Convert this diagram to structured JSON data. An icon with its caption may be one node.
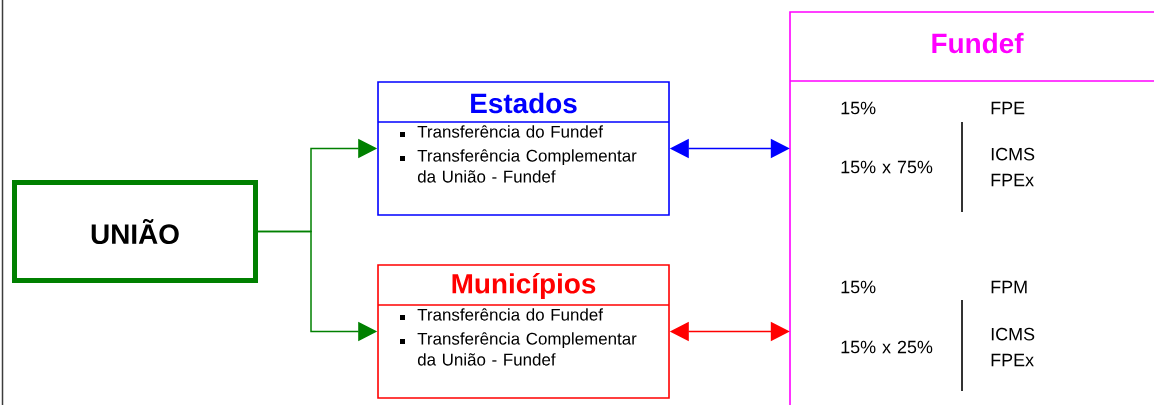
{
  "diagram": {
    "nodes": [
      {
        "text": [
          "UNIÃO"
        ]
      },
      {
        "text": [
          "Estados",
          "Transferência do Fundef",
          "Transferência Complementar da União - Fundef"
        ]
      },
      {
        "text": [
          "Municípios",
          "Transferência do Fundef",
          "Transferência Complementar da União - Fundef"
        ]
      },
      {
        "text": [
          "Fundef",
          "15%",
          "FPE",
          "15% x 75%",
          "ICMS FPEx",
          "15%",
          "FPM",
          "15% x 25%",
          "ICMS FPEx"
        ]
      }
    ],
    "edges": [
      {
        "from": 0,
        "to": 1,
        "arrow": "to",
        "color": "#008000"
      },
      {
        "from": 0,
        "to": 2,
        "arrow": "to",
        "color": "#008000"
      },
      {
        "from": 1,
        "to": 3,
        "arrow": "both",
        "color": "#0000ff"
      },
      {
        "from": 2,
        "to": 3,
        "arrow": "both",
        "color": "#ff0000"
      }
    ]
  }
}
